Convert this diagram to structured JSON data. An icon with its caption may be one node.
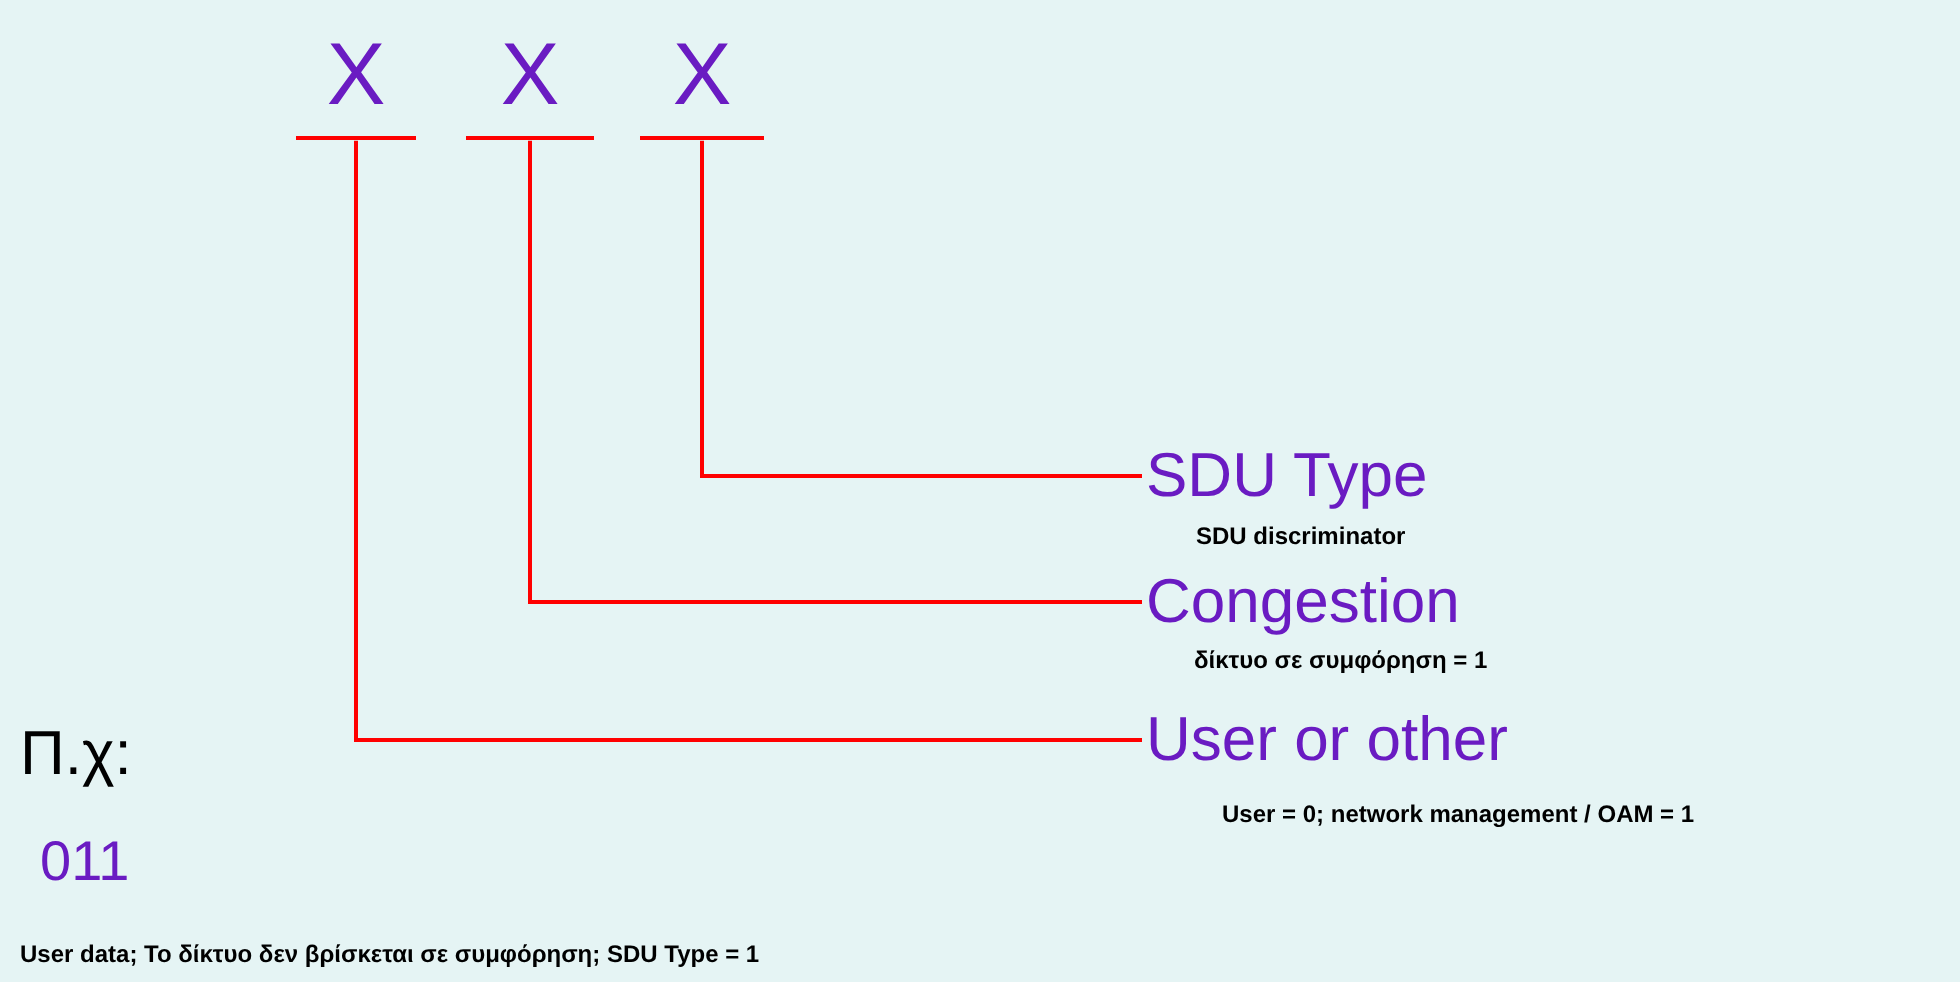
{
  "diagram": {
    "nodes": [
      {
        "text": [
          "X"
        ]
      },
      {
        "text": [
          "X"
        ]
      },
      {
        "text": [
          "X"
        ]
      },
      {
        "text": [
          "SDU Type"
        ],
        "beside": [
          "SDU discriminator"
        ]
      },
      {
        "text": [
          "Congestion"
        ],
        "beside": [
          "δίκτυο σε συμφόρηση = 1"
        ]
      },
      {
        "text": [
          "User or other"
        ],
        "beside": [
          "User = 0; network management / OAM = 1"
        ]
      }
    ],
    "edges": [
      {
        "from": 2,
        "to": 3,
        "arrow": "none"
      },
      {
        "from": 1,
        "to": 4,
        "arrow": "none"
      },
      {
        "from": 0,
        "to": 5,
        "arrow": "none"
      }
    ],
    "labels": [
      "Π.χ:",
      "011",
      "User data; Το δίκτυο δεν βρίσκεται σε συμφόρηση; SDU Type = 1"
    ]
  }
}
